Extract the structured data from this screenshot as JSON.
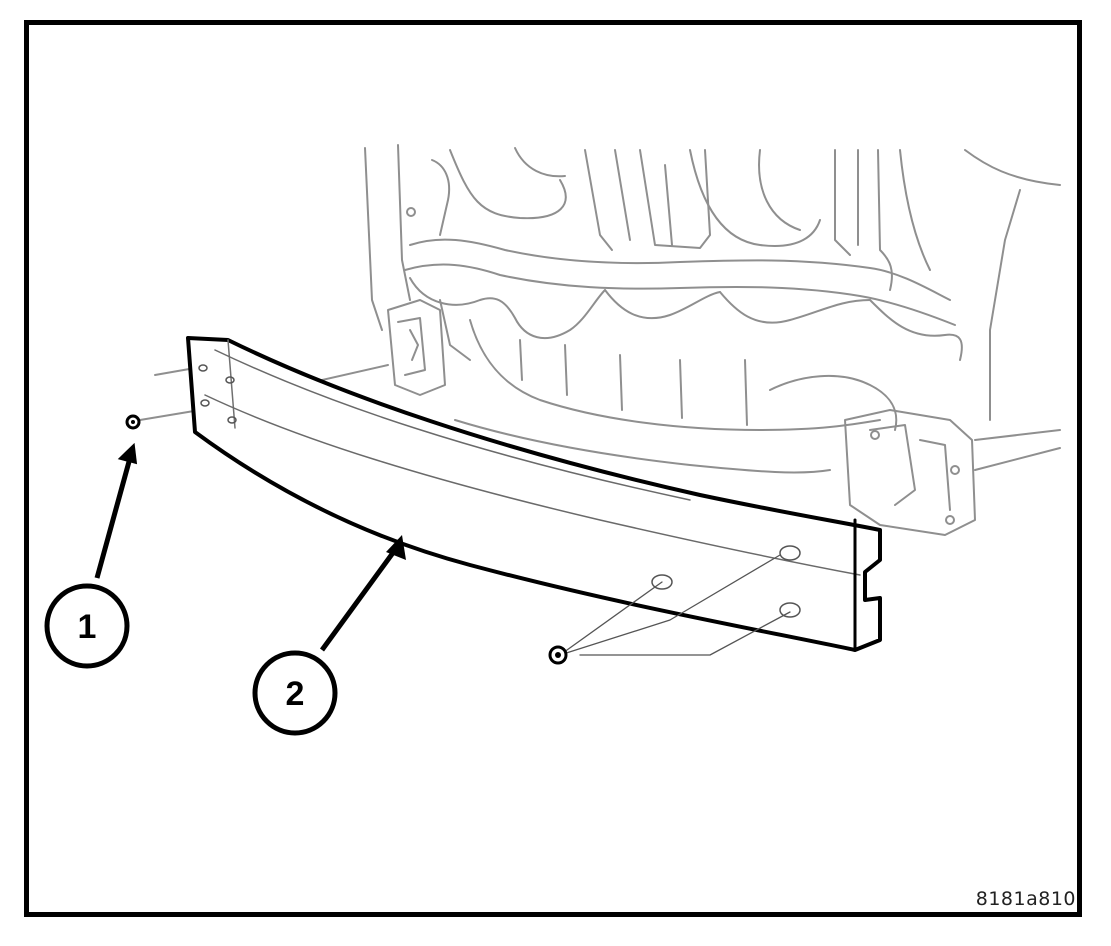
{
  "figure": {
    "code": "8181a810",
    "line_color": "#000000",
    "light_line_color": "#8a8a8a"
  },
  "callouts": [
    {
      "label": "1",
      "part": "nut"
    },
    {
      "label": "2",
      "part": "reinforcement-beam"
    }
  ]
}
